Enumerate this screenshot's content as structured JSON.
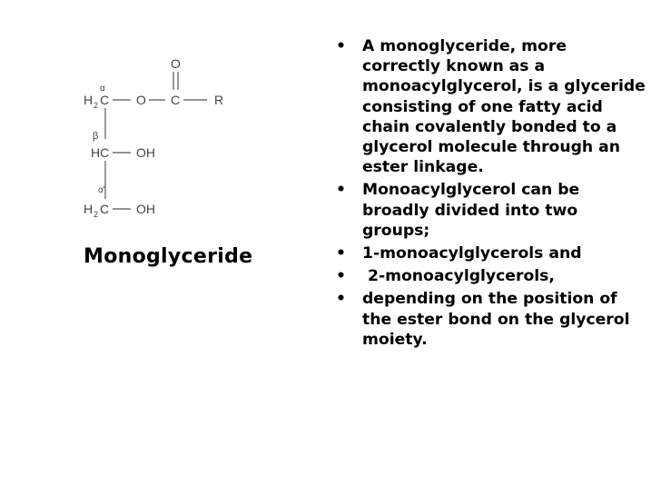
{
  "slide": {
    "caption": "Monoglyceride",
    "bullets": [
      "A monoglyceride, more correctly known as a monoacylglycerol, is a glyceride consisting of one fatty acid chain covalently bonded to a glycerol molecule  through an ester linkage.",
      "Monoacylglycerol can be broadly divided into two groups;",
      "1-monoacylglycerols and",
      " 2-monoacylglycerols,",
      "depending on the position of the ester bond on the glycerol moiety."
    ]
  },
  "structure": {
    "alpha": "α",
    "beta": "β",
    "alpha_prime": "α'",
    "row1_h": "H",
    "row1_sub": "2",
    "row1_c": "C",
    "row1_o": "O",
    "row1_c2": "C",
    "row1_r": "R",
    "carbonyl_o": "O",
    "row2_hc": "HC",
    "row2_oh": "OH",
    "row3_h": "H",
    "row3_sub": "2",
    "row3_c": "C",
    "row3_oh": "OH"
  }
}
